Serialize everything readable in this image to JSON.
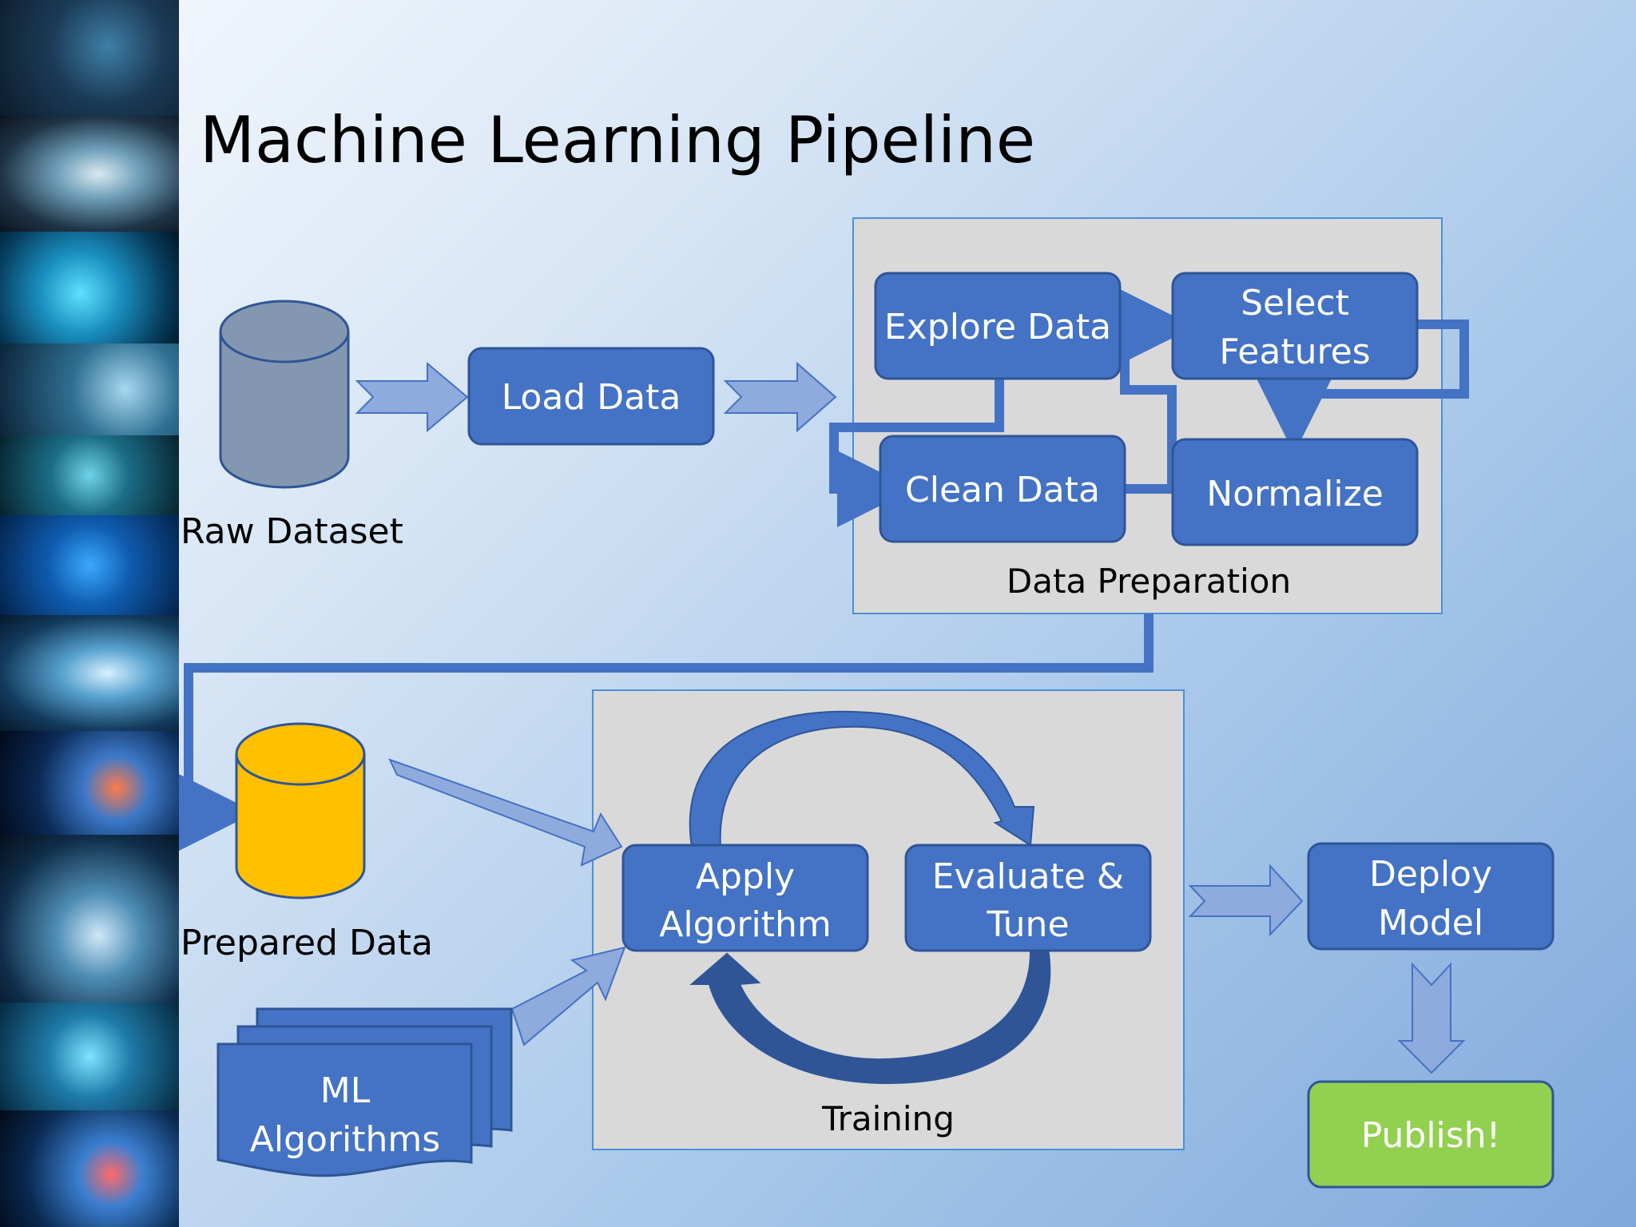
{
  "title": "Machine Learning Pipeline",
  "nodes": {
    "raw_dataset": "Raw Dataset",
    "load_data": "Load Data",
    "explore_data": "Explore Data",
    "select_features": [
      "Select",
      "Features"
    ],
    "clean_data": "Clean Data",
    "normalize": "Normalize",
    "data_preparation": "Data Preparation",
    "prepared_data": "Prepared Data",
    "apply_algorithm": [
      "Apply",
      "Algorithm"
    ],
    "evaluate_tune": [
      "Evaluate &",
      "Tune"
    ],
    "training": "Training",
    "ml_algorithms": [
      "ML",
      "Algorithms"
    ],
    "deploy_model": [
      "Deploy",
      "Model"
    ],
    "publish": "Publish!"
  },
  "colors": {
    "box_fill": "#4472c4",
    "box_stroke": "#2f5597",
    "arrow_fill": "#8faadc",
    "connector": "#4472c4",
    "raw_cylinder": "#8497b0",
    "prepared_cylinder": "#ffc000",
    "publish_fill": "#92d050",
    "group_fill": "#d9d9d9"
  }
}
